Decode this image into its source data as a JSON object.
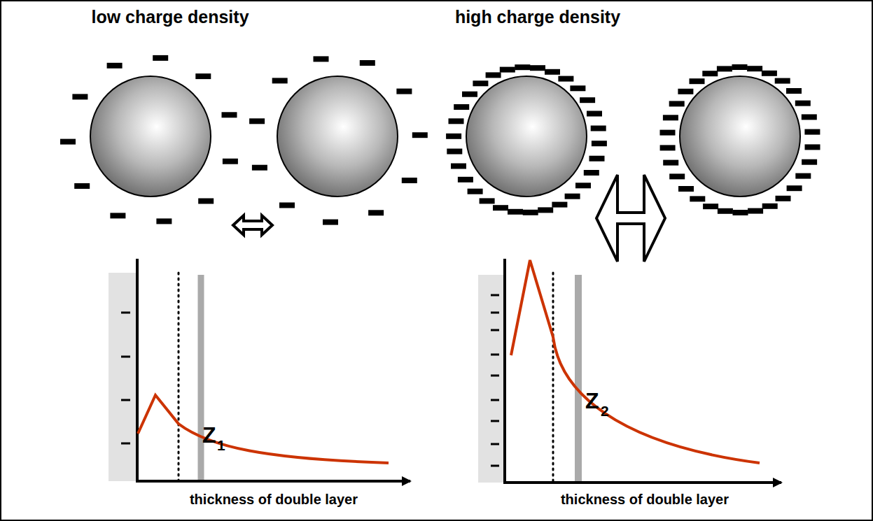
{
  "diagram": {
    "labels": [
      "low charge density",
      "high charge density",
      "Z",
      "1",
      "Z",
      "2",
      "thickness of double layer",
      "thickness of double layer"
    ]
  }
}
